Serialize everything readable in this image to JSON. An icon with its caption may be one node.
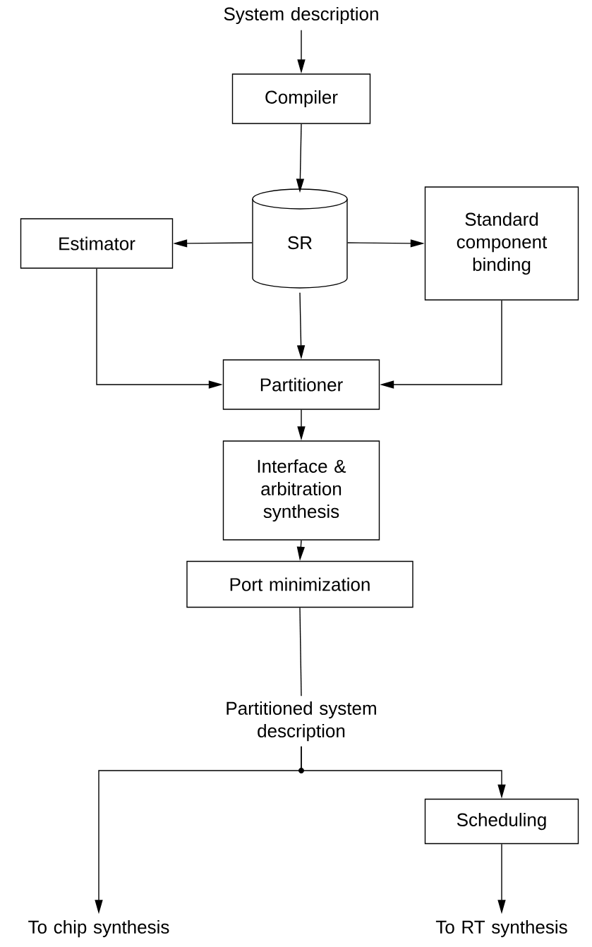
{
  "diagram": {
    "nodes": [
      {
        "text": [
          "System description"
        ]
      },
      {
        "text": [
          "Compiler"
        ]
      },
      {
        "text": [
          "SR"
        ]
      },
      {
        "text": [
          "Estimator"
        ]
      },
      {
        "text": [
          "Standard component binding"
        ]
      },
      {
        "text": [
          "Partitioner"
        ]
      },
      {
        "text": [
          "Interface & arbitration synthesis"
        ]
      },
      {
        "text": [
          "Port minimization"
        ]
      },
      {
        "text": [
          "Partitioned system description"
        ]
      },
      {
        "text": [
          "Scheduling"
        ]
      },
      {
        "text": [
          "To chip synthesis"
        ]
      },
      {
        "text": [
          "To RT synthesis"
        ]
      }
    ],
    "edges": [
      {
        "from": 0,
        "to": 1,
        "arrow": "to"
      },
      {
        "from": 1,
        "to": 2,
        "arrow": "to"
      },
      {
        "from": 2,
        "to": 3,
        "arrow": "to"
      },
      {
        "from": 2,
        "to": 4,
        "arrow": "to"
      },
      {
        "from": 2,
        "to": 5,
        "arrow": "to"
      },
      {
        "from": 3,
        "to": 5,
        "arrow": "to"
      },
      {
        "from": 4,
        "to": 5,
        "arrow": "to"
      },
      {
        "from": 5,
        "to": 6,
        "arrow": "to"
      },
      {
        "from": 6,
        "to": 7,
        "arrow": "to"
      },
      {
        "from": 7,
        "to": 8,
        "arrow": "none"
      },
      {
        "from": 8,
        "to": 10,
        "arrow": "to"
      },
      {
        "from": 8,
        "to": 9,
        "arrow": "to"
      },
      {
        "from": 9,
        "to": 11,
        "arrow": "to"
      }
    ]
  }
}
